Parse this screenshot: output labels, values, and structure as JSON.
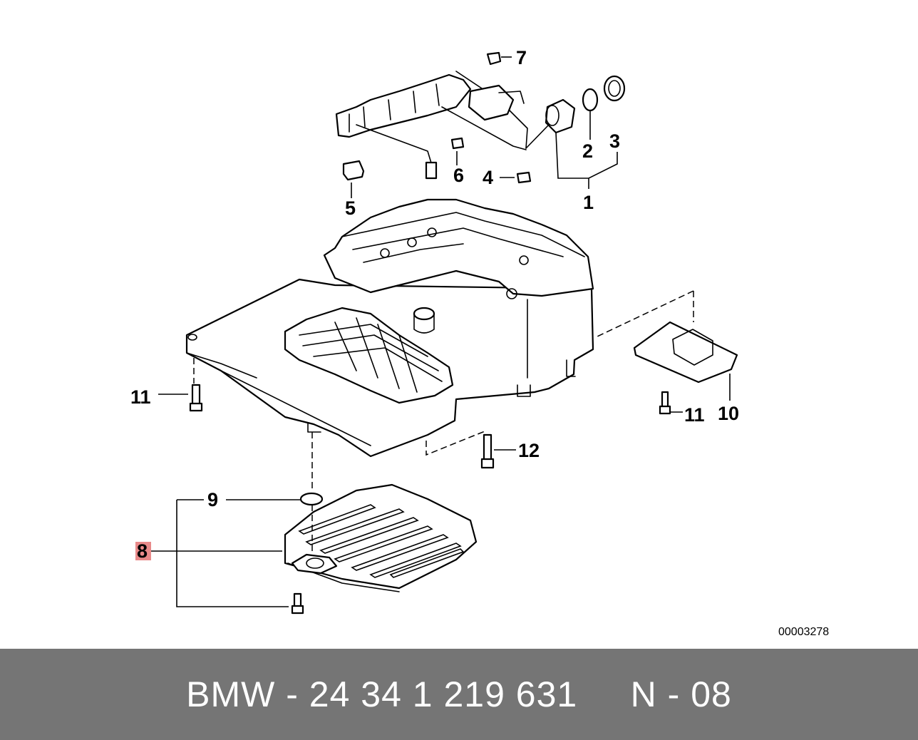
{
  "diagram": {
    "callouts": {
      "c1": "1",
      "c2": "2",
      "c3": "3",
      "c4": "4",
      "c5": "5",
      "c6": "6",
      "c7": "7",
      "c8": "8",
      "c9": "9",
      "c10": "10",
      "c11_left": "11",
      "c11_right": "11",
      "c12": "12"
    },
    "highlighted_callout": "8",
    "highlight_color": "#e88a8a",
    "drawing_number": "00003278"
  },
  "footer": {
    "text": "BMW - 24 34 1 219 631     N - 08",
    "background": "#757575"
  }
}
